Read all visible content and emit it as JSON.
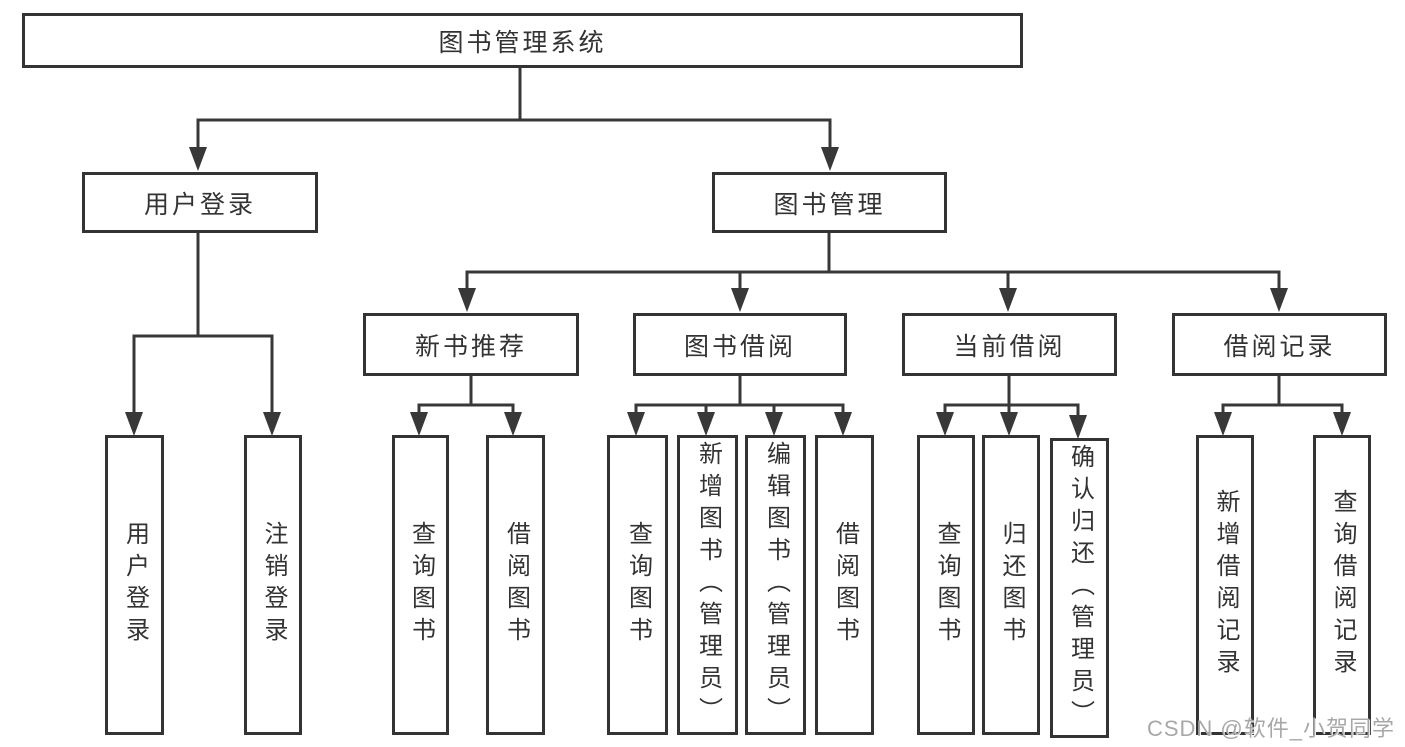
{
  "tree": {
    "root": {
      "label": "图书管理系统"
    },
    "branches": [
      {
        "label": "用户登录",
        "leaves": [
          {
            "label": "用户登录"
          },
          {
            "label": "注销登录"
          }
        ]
      },
      {
        "label": "图书管理",
        "categories": [
          {
            "label": "新书推荐",
            "leaves": [
              {
                "label": "查询图书"
              },
              {
                "label": "借阅图书"
              }
            ]
          },
          {
            "label": "图书借阅",
            "leaves": [
              {
                "label": "查询图书"
              },
              {
                "label": "新增图书（管理员）"
              },
              {
                "label": "编辑图书（管理员）"
              },
              {
                "label": "借阅图书"
              }
            ]
          },
          {
            "label": "当前借阅",
            "leaves": [
              {
                "label": "查询图书"
              },
              {
                "label": "归还图书"
              },
              {
                "label": "确认归还（管理员）"
              }
            ]
          },
          {
            "label": "借阅记录",
            "leaves": [
              {
                "label": "新增借阅记录"
              },
              {
                "label": "查询借阅记录"
              }
            ]
          }
        ]
      }
    ]
  },
  "watermark": {
    "text": "CSDN @软件_小贺同学"
  },
  "colors": {
    "line": "#383838",
    "box_border": "#333333",
    "box_background": "#ffffff",
    "text": "#333333",
    "watermark": "#a8a8a8"
  }
}
